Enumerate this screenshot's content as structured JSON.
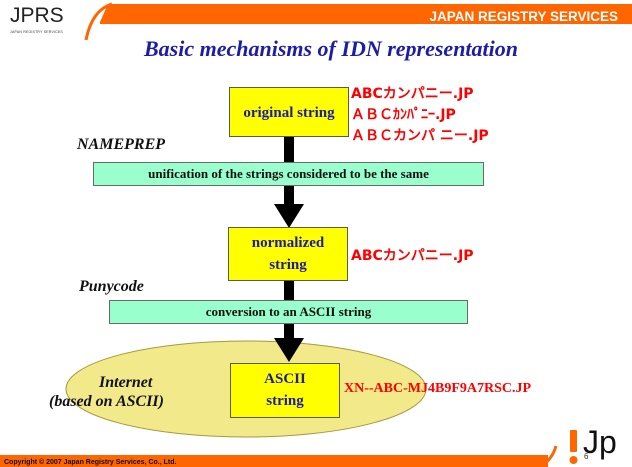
{
  "header": {
    "logo": "JPRS",
    "logo_sub": "JAPAN REGISTRY SERVICES",
    "org": "JAPAN REGISTRY SERVICES",
    "title": "Basic mechanisms of IDN representation"
  },
  "diagram": {
    "original_box": "original string",
    "original_examples": [
      "ABCカンパニー.JP",
      "ＡＢＣｶﾝﾊﾟﾆｰ.JP",
      "ＡＢＣカンパ ニー.JP"
    ],
    "nameprep_label": "NAMEPREP",
    "nameprep_desc": "unification of the strings considered to be the same",
    "normalized_box_line1": "normalized",
    "normalized_box_line2": "string",
    "normalized_example": "ABCカンパニー.JP",
    "punycode_label": "Punycode",
    "punycode_desc": "conversion to an ASCII string",
    "internet_label_line1": "Internet",
    "internet_label_line2": "(based on ASCII)",
    "ascii_box_line1": "ASCII",
    "ascii_box_line2": "string",
    "ascii_example": "XN--ABC-MJ4B9F9A7RSC.JP"
  },
  "footer": {
    "copyright": "Copyright © 2007 Japan Registry Services, Co., Ltd.",
    "page": "6",
    "brand": "Jp"
  },
  "colors": {
    "accent_orange": "#ff6600",
    "box_yellow": "#ffff00",
    "bar_green": "#99ffcc",
    "title_blue": "#1c1ca8",
    "example_red": "#ff0000",
    "ellipse_yellow": "#f2e98a"
  }
}
